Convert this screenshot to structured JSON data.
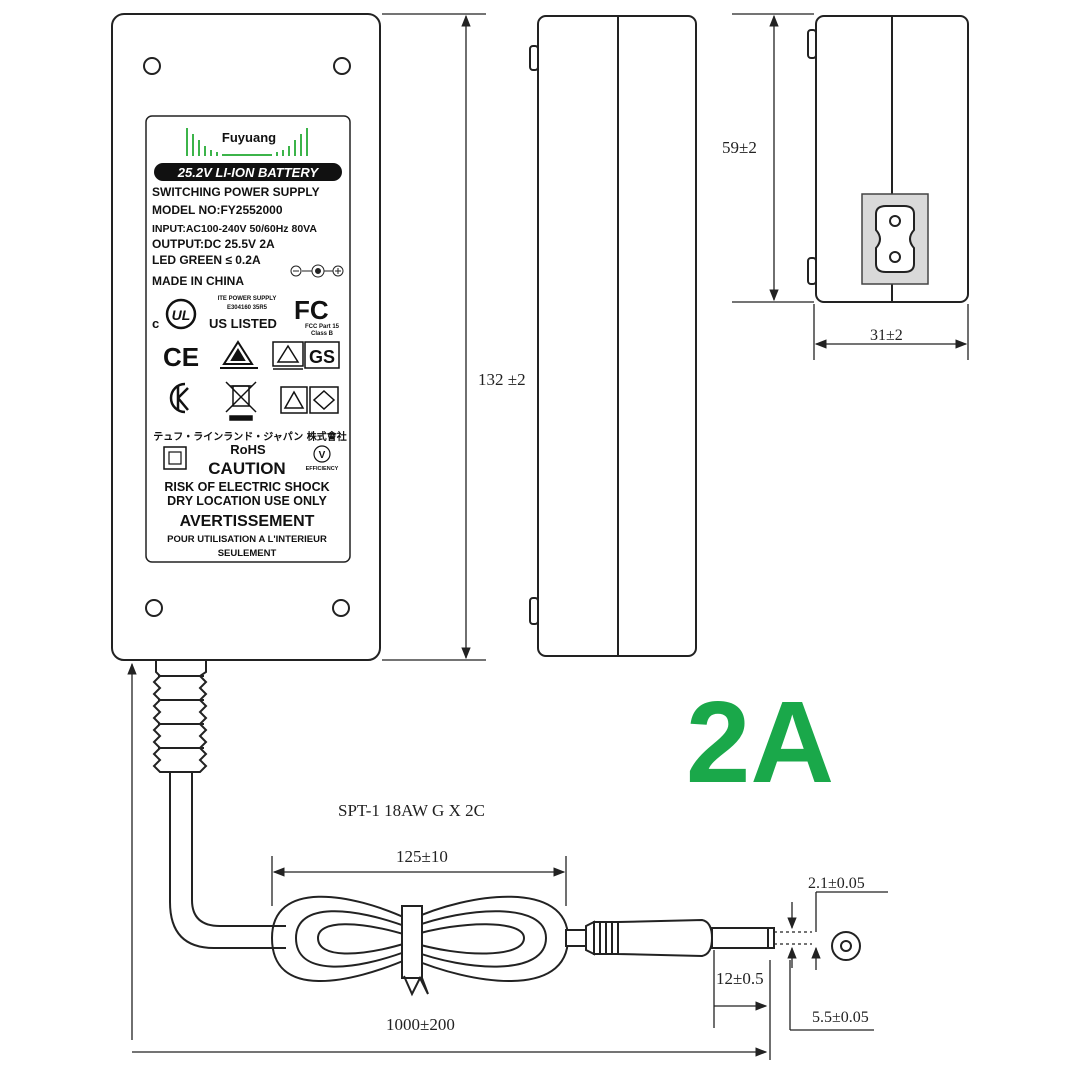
{
  "label": {
    "brand": "Fuyuang",
    "banner": "25.2V LI-ION BATTERY",
    "line1": "SWITCHING POWER SUPPLY",
    "line2": "MODEL NO:FY2552000",
    "line3": "INPUT:AC100-240V 50/60Hz 80VA",
    "line4": "OUTPUT:DC 25.5V 2A",
    "line5": "LED GREEN ≤ 0.2A",
    "line6": "MADE IN CHINA",
    "ul_small1": "ITE POWER SUPPLY",
    "ul_small2": "E304160 35R5",
    "ul_listed": "US LISTED",
    "fcc_small1": "FCC Part 15",
    "fcc_small2": "Class B",
    "jp_text": "テュフ・ラインランド・ジャパン 株式會社",
    "rohs": "RoHS",
    "caution": "CAUTION",
    "warn1": "RISK OF ELECTRIC SHOCK",
    "warn2": "DRY LOCATION USE ONLY",
    "avert": "AVERTISSEMENT",
    "fr1": "POUR UTILISATION A L'INTERIEUR",
    "fr2": "SEULEMENT",
    "efficiency": "EFFICIENCY",
    "efficiency_level": "V"
  },
  "dimensions": {
    "length": "132 ±2",
    "height": "59±2",
    "width": "31±2",
    "cable_type": "SPT-1 18AW G X 2C",
    "coil": "125±10",
    "cable_length": "1000±200",
    "pin_inner": "2.1±0.05",
    "pin_outer": "5.5±0.05",
    "plug_length": "12±0.5"
  },
  "badge": "2A",
  "colors": {
    "badge": "#1aa84a",
    "line": "#222222",
    "inlet": "#d9d9d9"
  }
}
